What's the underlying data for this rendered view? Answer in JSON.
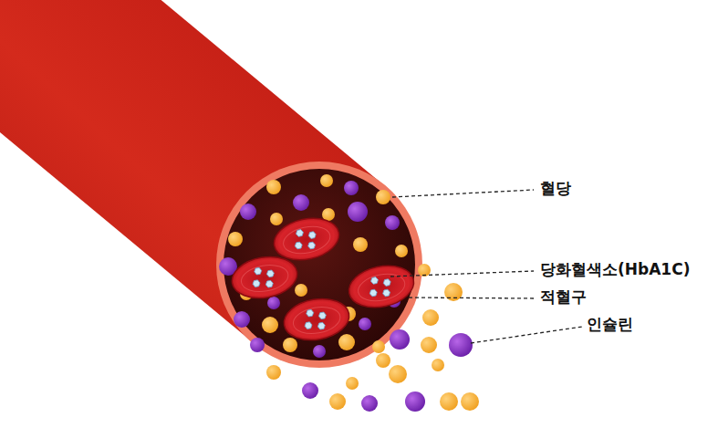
{
  "diagram": {
    "labels": [
      "혈당",
      "당화혈색소(HbA1C)",
      "적혈구",
      "인슐린"
    ]
  }
}
